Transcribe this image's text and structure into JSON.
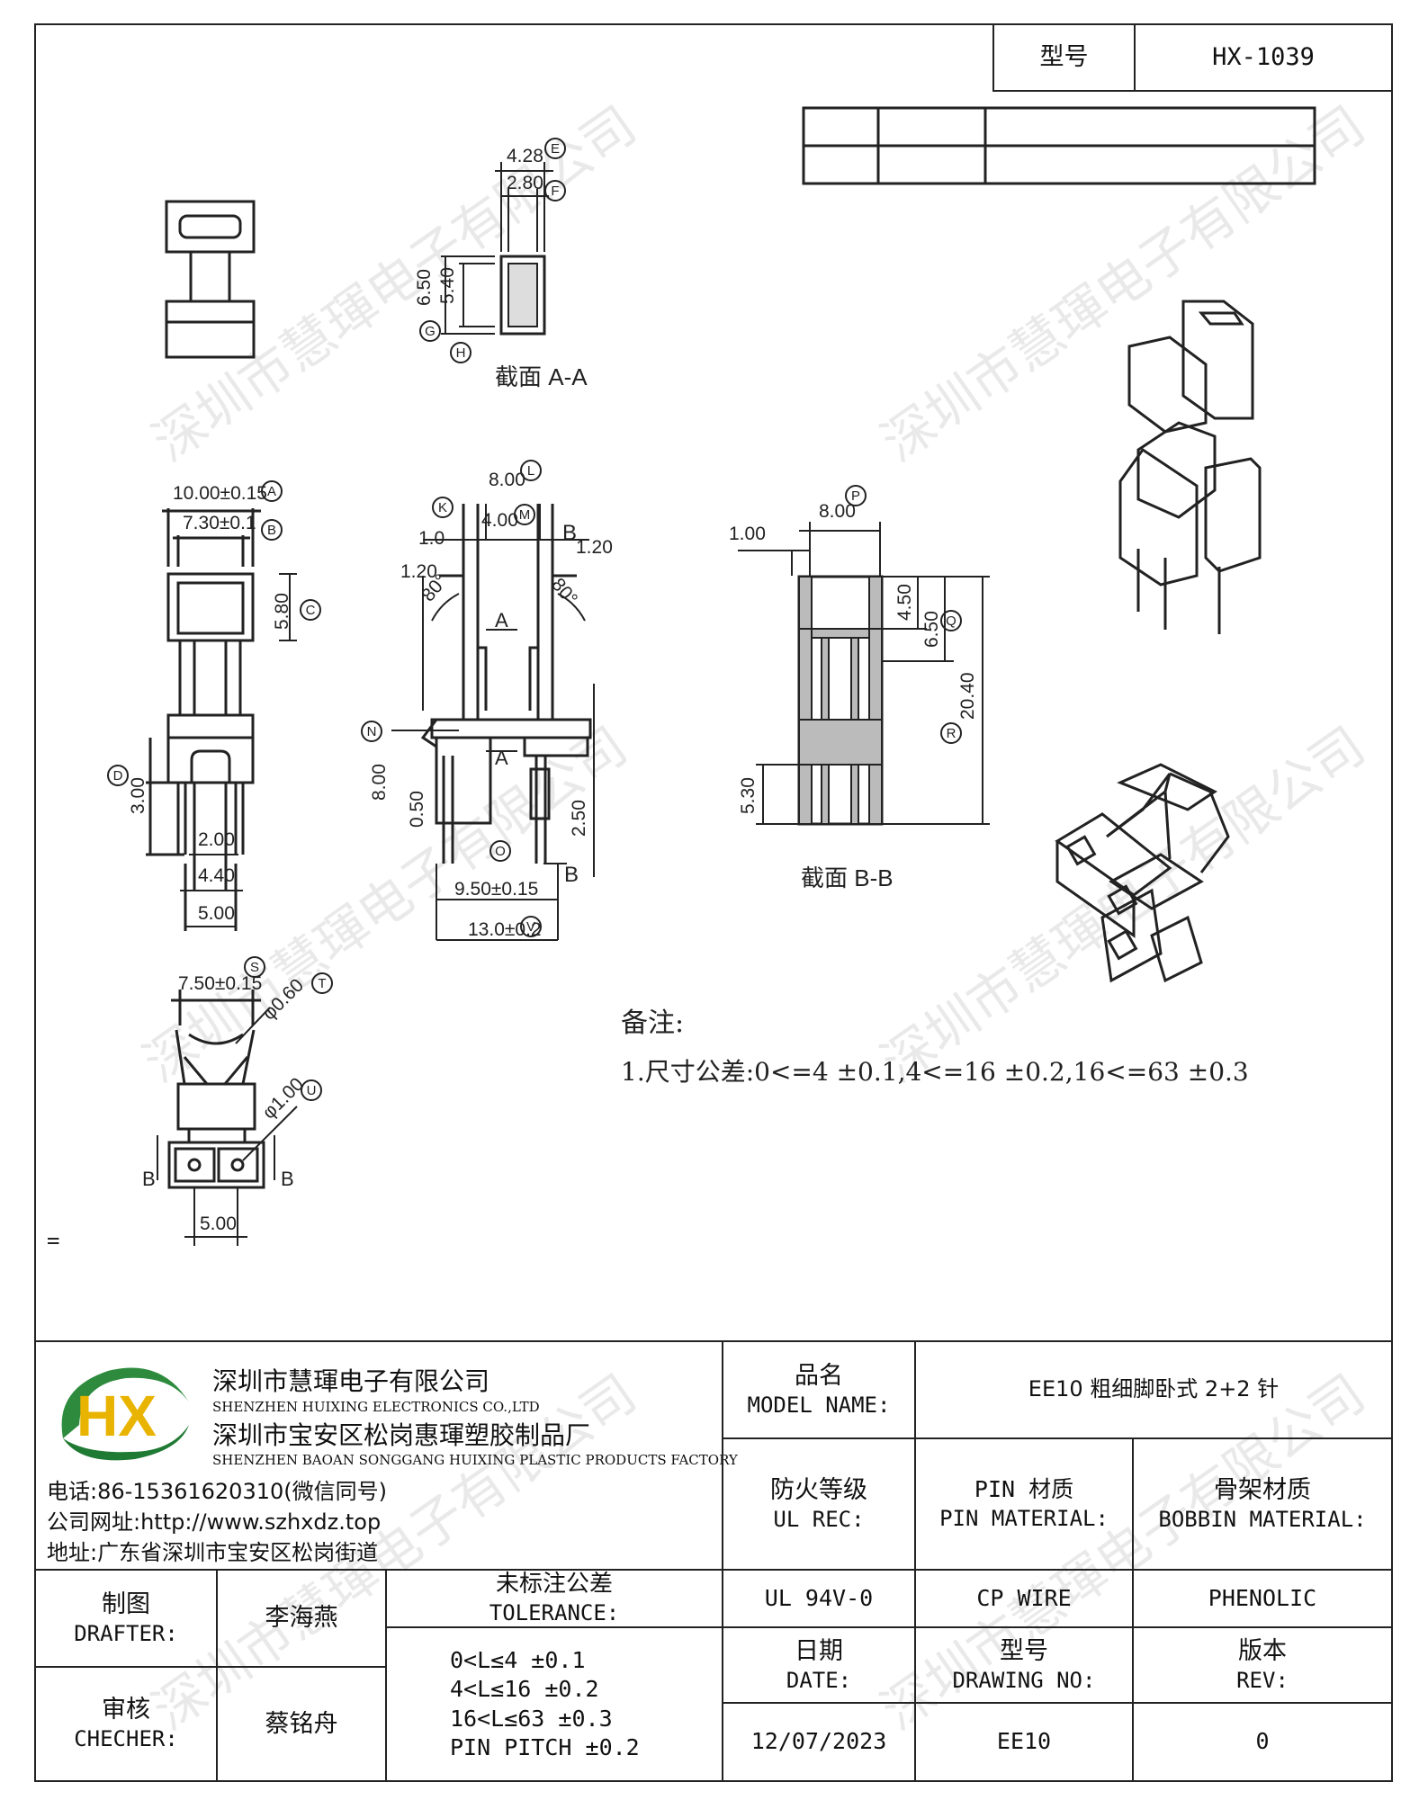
{
  "header": {
    "model_label": "型号",
    "model_value": "HX-1039"
  },
  "views": {
    "section_aa": "截面 A-A",
    "section_bb": "截面 B-B",
    "dims": {
      "d428": "4.28",
      "d280": "2.80",
      "d650a": "6.50",
      "d540": "5.40",
      "d1000": "10.00±0.15",
      "d730": "7.30±0.1",
      "d580": "5.80",
      "d300": "3.00",
      "d200": "2.00",
      "d440": "4.40",
      "d500a": "5.00",
      "d800a": "8.00",
      "d400": "4.00",
      "d10": "1.0",
      "d120a": "1.20",
      "d120b": "1.20",
      "d80a": "80°",
      "d80b": "80°",
      "d800b": "8.00",
      "d050": "0.50",
      "d250": "2.50",
      "d950": "9.50±0.15",
      "d130": "13.0±0.2",
      "d100": "1.00",
      "d800c": "8.00",
      "d450": "4.50",
      "d650b": "6.50",
      "d2040": "20.40",
      "d530": "5.30",
      "d750": "7.50±0.15",
      "d060": "φ0.60",
      "d1dia": "φ1.00",
      "d500b": "5.00"
    },
    "letters": {
      "A": "A",
      "B": "B"
    },
    "circles": {
      "A": "A",
      "B": "B",
      "C": "C",
      "D": "D",
      "E": "E",
      "F": "F",
      "G": "G",
      "H": "H",
      "K": "K",
      "L": "L",
      "M": "M",
      "N": "N",
      "O": "O",
      "P": "P",
      "Q": "Q",
      "R": "R",
      "S": "S",
      "T": "T",
      "U": "U",
      "V": "V"
    },
    "notes_title": "备注:",
    "notes_line": "1.尺寸公差:0<=4 ±0.1,4<=16 ±0.2,16<=63 ±0.3",
    "eq_mark": "="
  },
  "watermark": "深圳市慧琿电子有限公司",
  "company": {
    "logo_text": "HX",
    "name_cn": "深圳市慧琿电子有限公司",
    "name_en": "SHENZHEN HUIXING ELECTRONICS CO.,LTD",
    "factory_cn": "深圳市宝安区松岗惠琿塑胶制品厂",
    "factory_en": "SHENZHEN BAOAN SONGGANG HUIXING PLASTIC PRODUCTS FACTORY",
    "phone": "电话:86-15361620310(微信同号)",
    "website": "公司网址:http://www.szhxdz.top",
    "address": "地址:广东省深圳市宝安区松岗街道"
  },
  "titleblock": {
    "model_name_cn": "品名",
    "model_name_en": "MODEL NAME:",
    "model_name_value": "EE10 粗细脚卧式 2+2 针",
    "ul_cn": "防火等级",
    "ul_en": "UL REC:",
    "pin_cn": "PIN 材质",
    "pin_en": "PIN MATERIAL:",
    "bobbin_cn": "骨架材质",
    "bobbin_en": "BOBBIN MATERIAL:",
    "ul_value": "UL 94V-0",
    "pin_value": "CP WIRE",
    "bobbin_value": "PHENOLIC",
    "drafter_cn": "制图",
    "drafter_en": "DRAFTER:",
    "drafter_name": "李海燕",
    "checker_cn": "审核",
    "checker_en": "CHECHER:",
    "checker_name": "蔡铭舟",
    "tol_cn": "未标注公差",
    "tol_en": "TOLERANCE:",
    "tol_lines": [
      "0<L≤4  ±0.1",
      "4<L≤16  ±0.2",
      "16<L≤63  ±0.3",
      "PIN PITCH  ±0.2"
    ],
    "date_cn": "日期",
    "date_en": "DATE:",
    "dwg_cn": "型号",
    "dwg_en": "DRAWING NO:",
    "rev_cn": "版本",
    "rev_en": "REV:",
    "date_value": "12/07/2023",
    "dwg_value": "EE10",
    "rev_value": "0"
  }
}
